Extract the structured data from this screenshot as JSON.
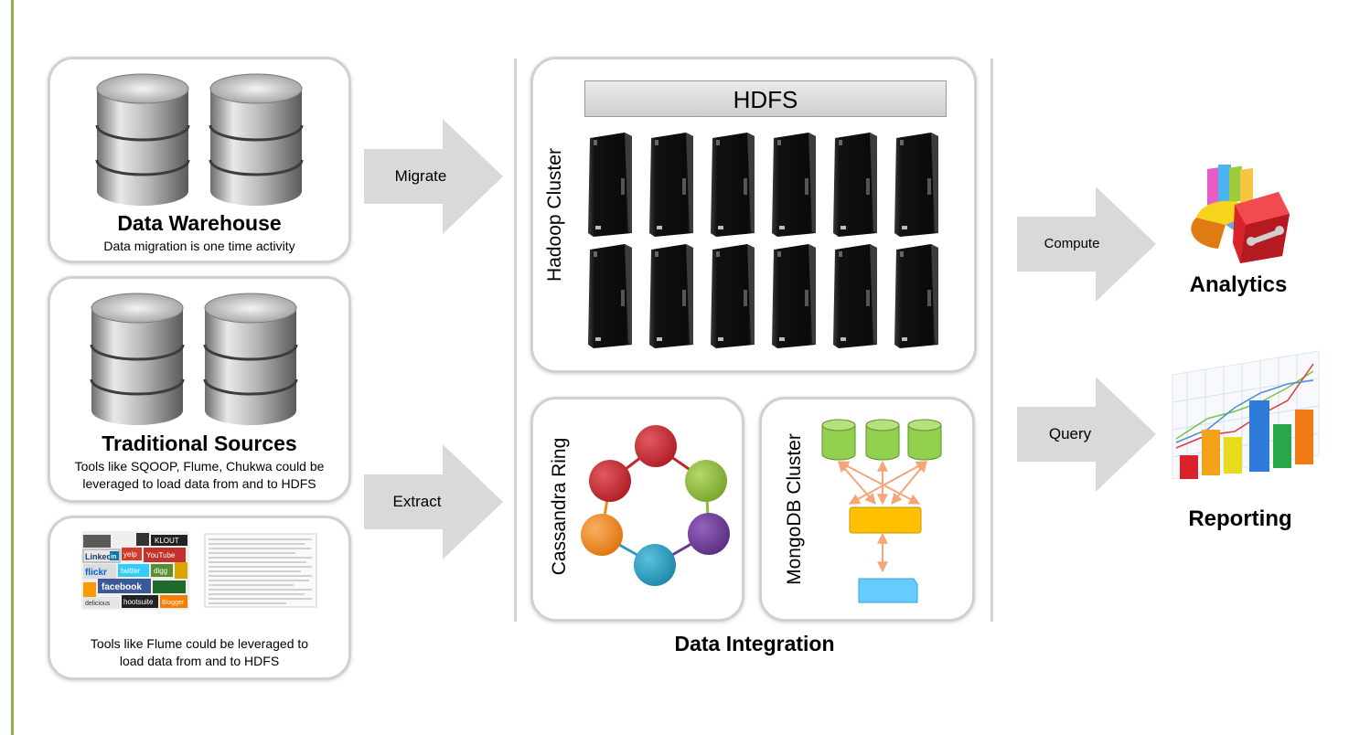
{
  "sources": {
    "warehouse": {
      "title": "Data Warehouse",
      "subtitle": "Data migration is one time activity"
    },
    "traditional": {
      "title": "Traditional Sources",
      "subtitle_lines": [
        "Tools like SQOOP, Flume, Chukwa could be",
        "leveraged to load data from and to HDFS"
      ]
    },
    "social": {
      "subtitle_lines": [
        "Tools like Flume could be leveraged to",
        "load data from and to HDFS"
      ],
      "logo_words": [
        "KLOUT",
        "Linked",
        "in",
        "YouTube",
        "flickr",
        "twitter",
        "facebook",
        "hootsuite",
        "Blogger",
        "yelp",
        "digg",
        "delicious"
      ]
    }
  },
  "arrows": {
    "migrate": "Migrate",
    "extract": "Extract",
    "compute": "Compute",
    "query": "Query"
  },
  "integration": {
    "label": "Data Integration",
    "hdfs": "HDFS",
    "hadoop": "Hadoop Cluster",
    "cassandra": "Cassandra Ring",
    "mongodb": "MongoDB Cluster"
  },
  "outputs": {
    "analytics": "Analytics",
    "reporting": "Reporting"
  },
  "colors": {
    "left_border": "#8fb14b",
    "cassandra_nodes": [
      "#c0262e",
      "#8dbb3b",
      "#6b3a96",
      "#2b9bbf",
      "#f08a1c",
      "#c0262e"
    ],
    "mongo_shard": "#92d050",
    "mongo_router": "#ffc000",
    "mongo_config": "#66ccff",
    "mongo_links": "#f4a57a"
  }
}
